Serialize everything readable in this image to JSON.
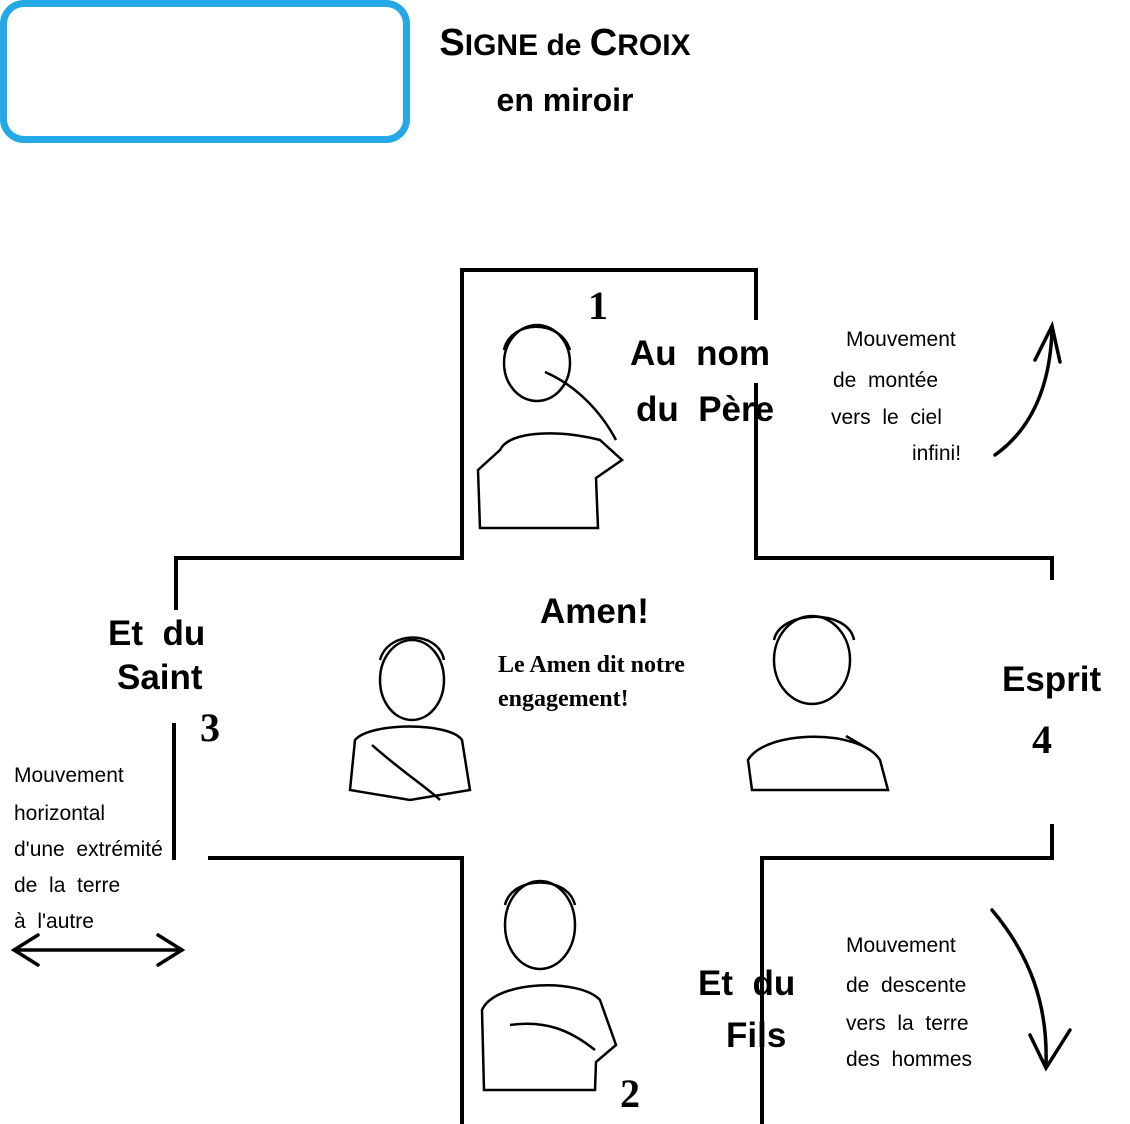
{
  "title": {
    "line1": {
      "S": "S",
      "IGNE": "IGNE",
      "de": " de ",
      "C": "C",
      "ROIX": "ROIX"
    },
    "line2": "en miroir"
  },
  "steps": {
    "pere": {
      "number": "1",
      "line1": "Au  nom",
      "line2": "du  Père"
    },
    "fils": {
      "number": "2",
      "line1": "Et  du",
      "line2": "Fils"
    },
    "saint": {
      "number": "3",
      "line1": "Et  du",
      "line2": "Saint"
    },
    "esprit": {
      "number": "4",
      "line1": "Esprit"
    }
  },
  "center": {
    "amen": "Amen!",
    "sub1": "Le Amen dit notre",
    "sub2": "engagement!"
  },
  "notes": {
    "up": [
      "Mouvement",
      "de  montée",
      "vers  le  ciel",
      "infini!"
    ],
    "down": [
      "Mouvement",
      "de  descente",
      "vers  la  terre",
      "des  hommes"
    ],
    "horizontal": [
      "Mouvement",
      "horizontal",
      "d'une  extrémité",
      "de  la  terre",
      "à  l'autre"
    ]
  },
  "colors": {
    "title_border": "#25a9e6",
    "lines": "#000000"
  }
}
